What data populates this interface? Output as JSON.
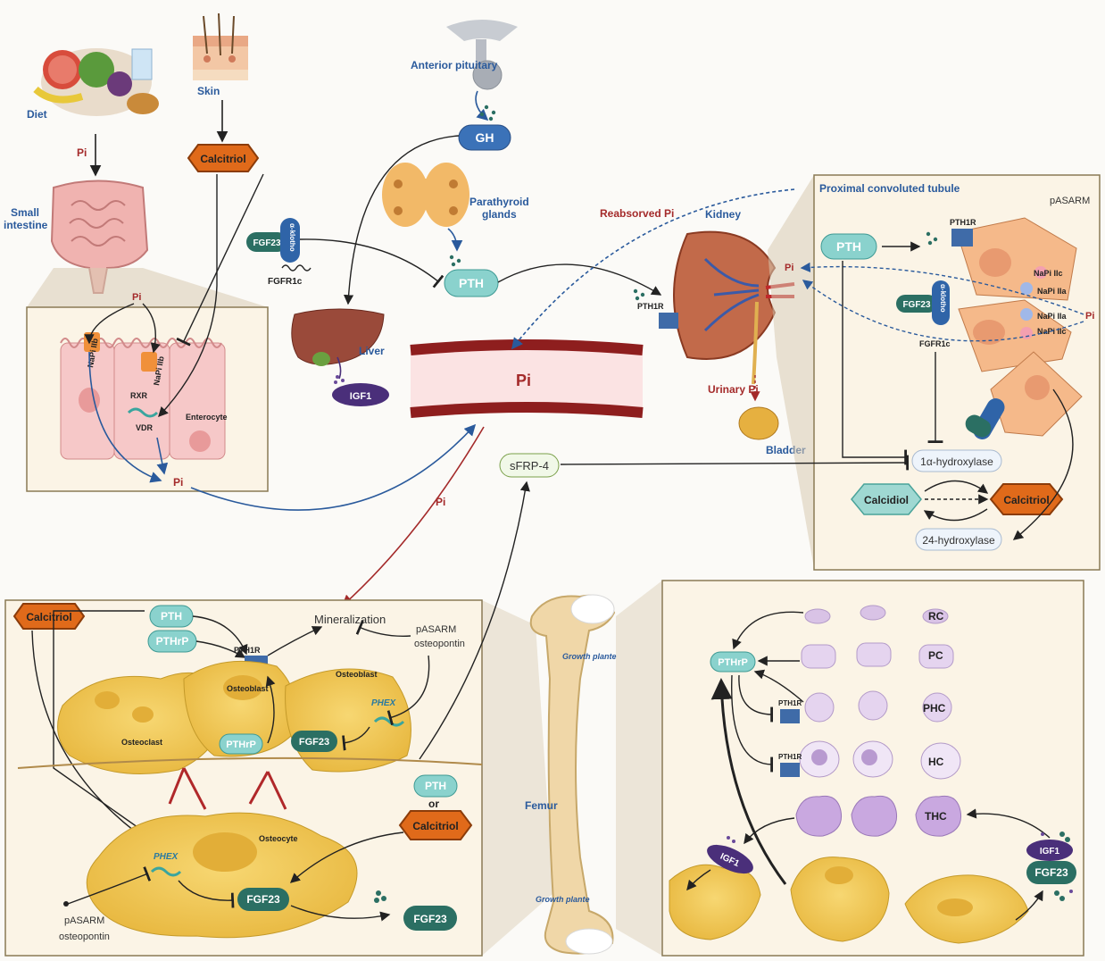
{
  "labels": {
    "diet": "Diet",
    "skin": "Skin",
    "anterior_pituitary": "Anterior pituitary",
    "gh": "GH",
    "small_intestine": "Small intestine",
    "pi": "Pi",
    "calcitriol": "Calcitriol",
    "parathyroid_glands": "Parathyroid glands",
    "fgf23": "FGF23",
    "alpha_klotho": "α-klotho",
    "fgfr1c": "FGFR1c",
    "pth": "PTH",
    "pthrp": "PTHrP",
    "pth1r": "PTH1R",
    "liver": "Liver",
    "igf1": "IGF1",
    "reabsorved_pi": "Reabsorved Pi",
    "kidney": "Kidney",
    "urinary_pi": "Urinary Pi",
    "bladder": "Bladder",
    "sfrp4": "sFRP-4",
    "napi_iib": "NaPi IIb",
    "napi_iia": "NaPi IIa",
    "napi_iic": "NaPi IIc",
    "rxr": "RXR",
    "vdr": "VDR",
    "enterocyte": "Enterocyte",
    "proximal_convoluted_tubule": "Proximal convoluted tubule",
    "pasarm": "pASARM",
    "osteopontin": "osteopontin",
    "one_alpha_hydroxylase": "1α-hydroxylase",
    "calcidiol": "Calcidiol",
    "twentyfour_hydroxylase": "24-hydroxylase",
    "mineralization": "Mineralization",
    "osteoblast": "Osteoblast",
    "osteoclast": "Osteoclast",
    "osteocyte": "Osteocyte",
    "phex": "PHEX",
    "or": "or",
    "femur": "Femur",
    "growth_plante": "Growth plante",
    "rc": "RC",
    "pc": "PC",
    "phc": "PHC",
    "hc": "HC",
    "thc": "THC"
  },
  "colors": {
    "pi_red": "#a42a2a",
    "label_blue": "#2a5a9c",
    "calcitriol_orange": "#e06a1a",
    "pth_teal": "#6cc5c0",
    "fgf23_green": "#2b6f63",
    "igf1_purple": "#4a2f7a",
    "panel_border": "#8a7a55"
  }
}
